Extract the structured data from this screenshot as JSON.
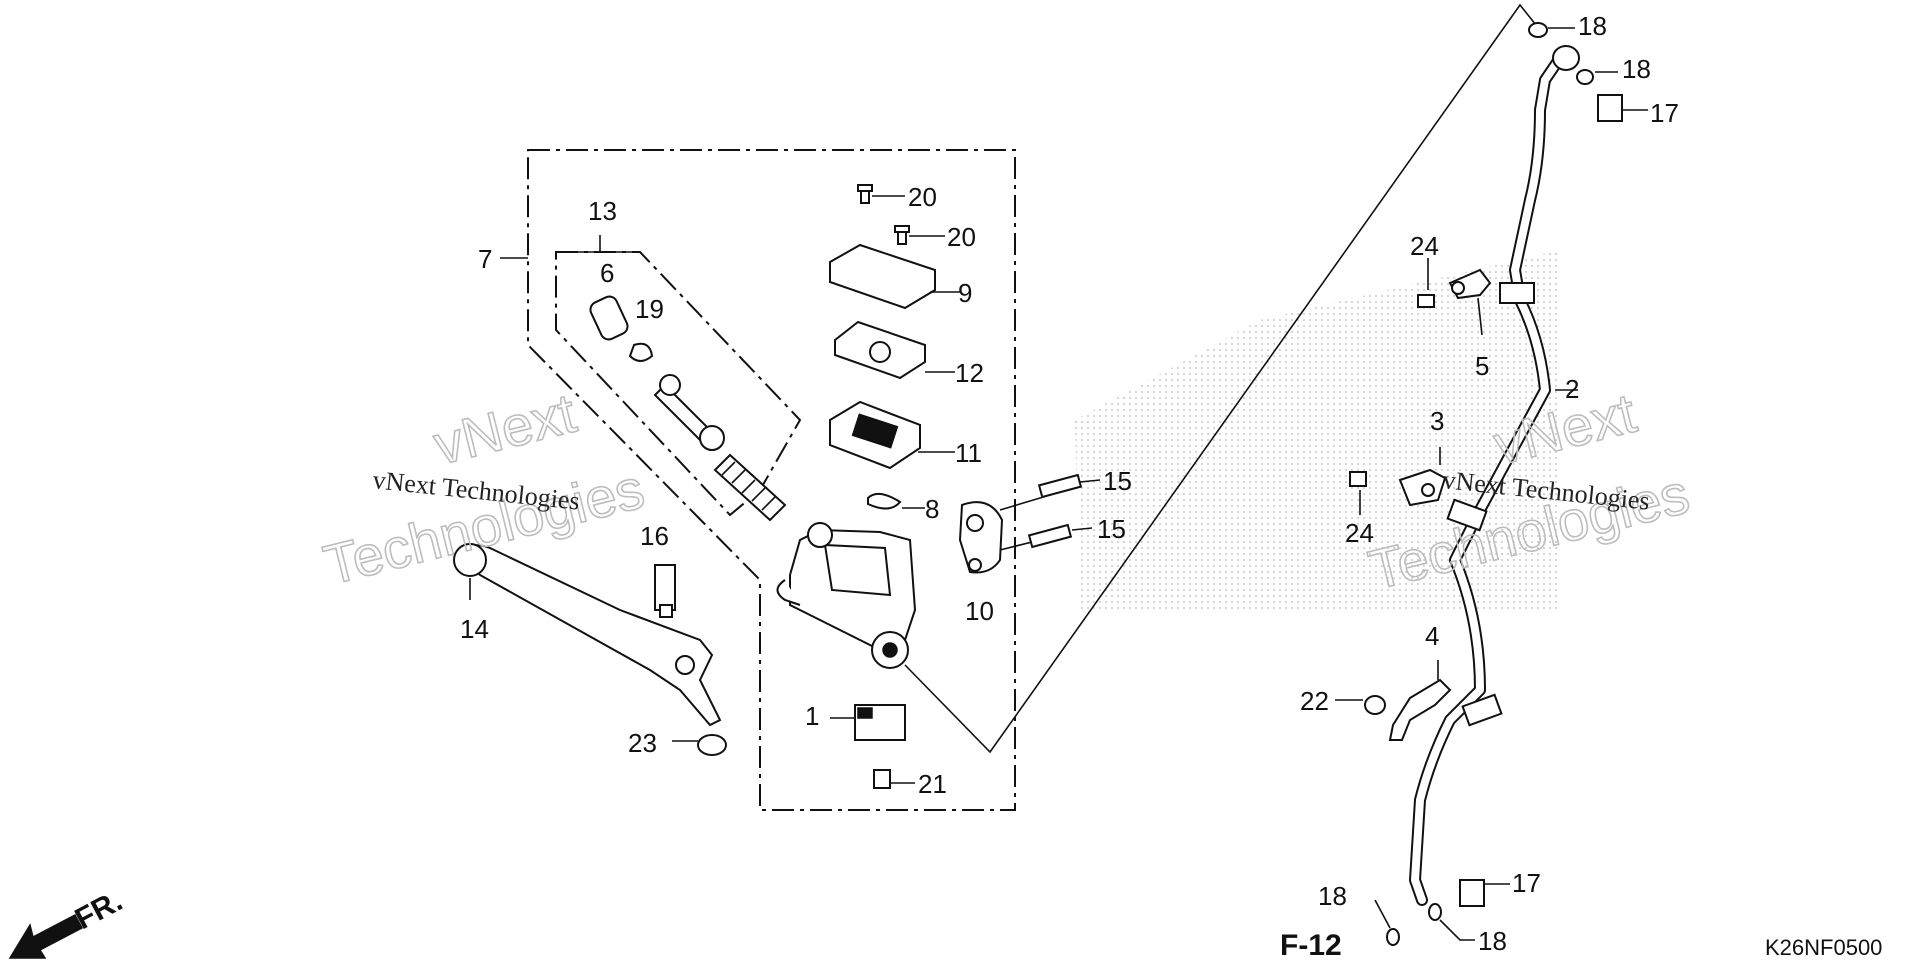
{
  "diagram": {
    "part_labels": [
      "1",
      "2",
      "3",
      "4",
      "5",
      "6",
      "7",
      "8",
      "9",
      "10",
      "11",
      "12",
      "13",
      "14",
      "15",
      "15",
      "16",
      "17",
      "17",
      "18",
      "18",
      "18",
      "18",
      "19",
      "20",
      "20",
      "21",
      "22",
      "23",
      "24",
      "24"
    ],
    "figure_ref": "F-12",
    "front_marker": "FR.",
    "drawing_code": "K26NF0500",
    "watermark": {
      "line1": "vNext",
      "line2": "Technologies",
      "small": "vNext Technologies"
    }
  }
}
